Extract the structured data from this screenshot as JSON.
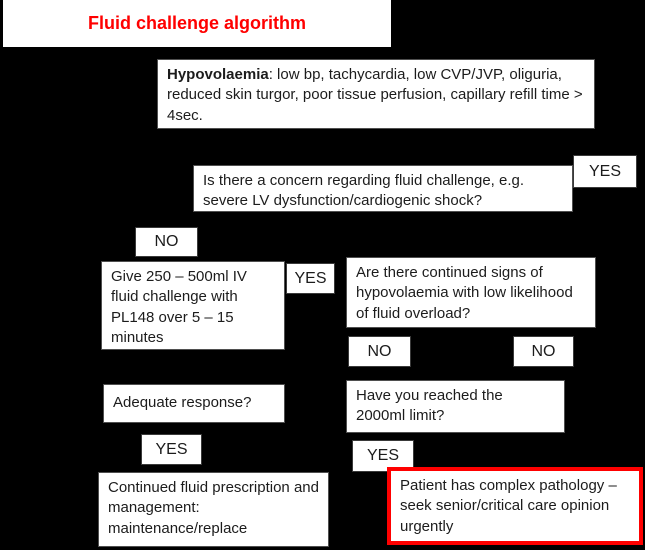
{
  "canvas": {
    "background": "#000000",
    "box_fill": "#ffffff",
    "accent_red": "#ff0000",
    "text_color": "#1c1c1c"
  },
  "title": {
    "text": "Fluid challenge algorithm"
  },
  "nodes": {
    "hypovolaemia": {
      "bold": "Hypovolaemia",
      "rest": ": low bp, tachycardia, low CVP/JVP, oliguria, reduced skin turgor, poor tissue perfusion, capillary refill time > 4sec."
    },
    "concern": {
      "text": "Is there a concern regarding fluid challenge, e.g. severe LV dysfunction/cardiogenic shock?"
    },
    "give": {
      "text": "Give 250 – 500ml IV fluid challenge with PL148 over 5 – 15 minutes"
    },
    "continued_signs": {
      "text": "Are there continued signs of hypovolaemia with low likelihood of fluid overload?"
    },
    "adequate": {
      "text": "Adequate response?"
    },
    "limit": {
      "text": "Have you reached the 2000ml limit?"
    },
    "continued_fluid": {
      "text": "Continued fluid prescription and management: maintenance/replace"
    },
    "complex": {
      "text": "Patient has complex pathology – seek senior/critical care opinion urgently"
    }
  },
  "labels": {
    "yes_concern": "YES",
    "no_concern": "NO",
    "yes_give": "YES",
    "no_left": "NO",
    "no_right": "NO",
    "yes_adequate": "YES",
    "yes_limit": "YES"
  }
}
